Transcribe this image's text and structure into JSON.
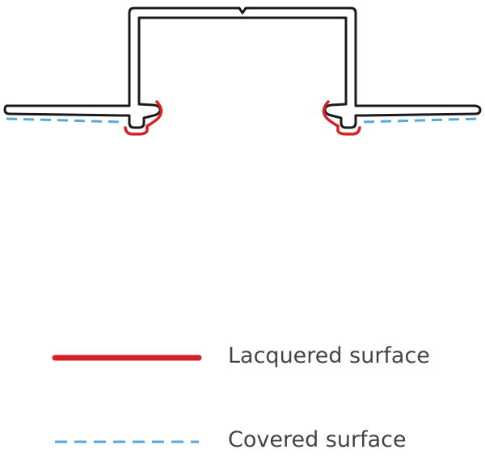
{
  "colors": {
    "profile_stroke": "#1a1a1a",
    "lacquered": "#d81f26",
    "covered": "#5aa6dd",
    "label_text": "#444444"
  },
  "legend": {
    "items": [
      {
        "key": "lacquered",
        "label": "Lacquered surface",
        "style": "solid"
      },
      {
        "key": "covered",
        "label": "Covered surface",
        "style": "dashed"
      }
    ]
  }
}
